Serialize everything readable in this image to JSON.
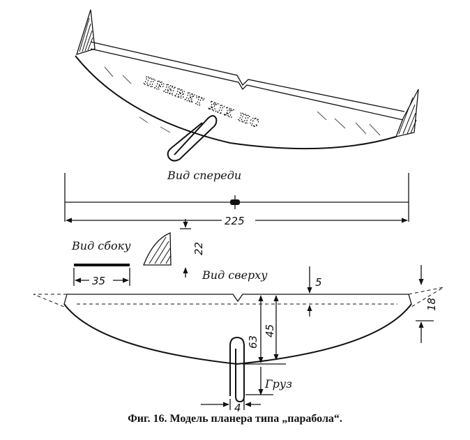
{
  "wing_lettering": "ПРИВЕТ XIX ПС",
  "labels": {
    "front_view": "Вид спереди",
    "side_view": "Вид сбоку",
    "top_view": "Вид сверху",
    "weight": "Груз"
  },
  "dimensions": {
    "span": "225",
    "side_length": "35",
    "side_height": "22",
    "tip_depth": "5",
    "center_chord": "63",
    "inner_chord": "45",
    "fin_height": "18",
    "clip_width": "4"
  },
  "caption": "Фиг. 16. Модель планера типа „парабола“."
}
